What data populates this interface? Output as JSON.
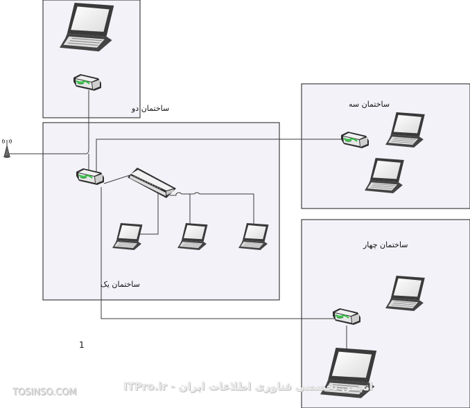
{
  "buildings": {
    "one": "ساختمان یک",
    "two": "ساختمان دو",
    "three": "ساختمان سه",
    "four": "ساختمان چهار"
  },
  "figure_number": "1",
  "watermark": {
    "left": "TOSINSO.COM",
    "right": "ITPro.ir - انجمن تخصصی فناوری اطلاعات ایران"
  },
  "icons": {
    "laptop": "laptop-icon",
    "router": "router-icon",
    "switch": "switch-icon",
    "antenna": "antenna-icon"
  }
}
